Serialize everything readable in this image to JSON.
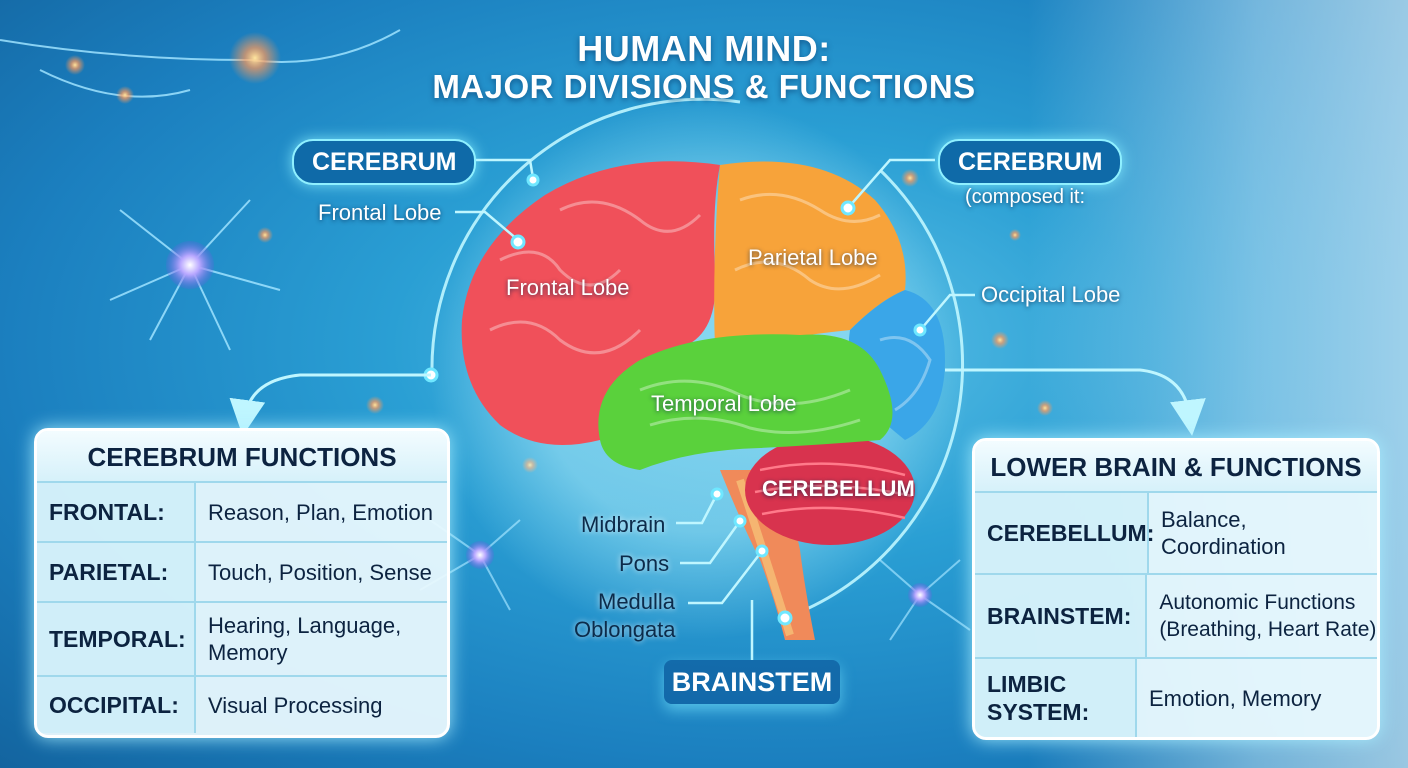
{
  "title": {
    "line1": "HUMAN MIND:",
    "line2": "MAJOR DIVISIONS & FUNCTIONS"
  },
  "callouts": {
    "cerebrum_left": "CEREBRUM",
    "cerebrum_right": "CEREBRUM",
    "composed_note": "(composed it:",
    "frontal_outer": "Frontal Lobe",
    "frontal_inner": "Frontal Lobe",
    "parietal": "Parietal Lobe",
    "occipital": "Occipital Lobe",
    "temporal": "Temporal Lobe",
    "cerebellum": "CEREBELLUM",
    "midbrain": "Midbrain",
    "pons": "Pons",
    "medulla_line1": "Medulla",
    "medulla_line2": "Oblongata",
    "brainstem": "BRAINSTEM"
  },
  "cerebrum_functions": {
    "title": "CEREBRUM FUNCTIONS",
    "rows": [
      {
        "key": "FRONTAL:",
        "value": "Reason, Plan, Emotion"
      },
      {
        "key": "PARIETAL:",
        "value": "Touch, Position, Sense"
      },
      {
        "key": "TEMPORAL:",
        "value": "Hearing, Language, Memory"
      },
      {
        "key": "OCCIPITAL:",
        "value": "Visual Processing"
      }
    ]
  },
  "lower_brain": {
    "title": "LOWER BRAIN & FUNCTIONS",
    "rows": [
      {
        "key": "CEREBELLUM:",
        "value": "Balance, Coordination"
      },
      {
        "key": "BRAINSTEM:",
        "value": "Autonomic Functions (Breathing, Heart Rate)"
      },
      {
        "key": "LIMBIC SYSTEM:",
        "value": "Emotion, Memory"
      }
    ]
  },
  "colors": {
    "frontal": "#f0505a",
    "parietal": "#f7a33a",
    "occipital": "#3aa6e8",
    "temporal": "#5ad13c",
    "cerebellum": "#d8334e",
    "brainstem": "#f08a5a",
    "accent": "#8ff0ff"
  },
  "icons": [
    "neuron-icon",
    "glow-dot-icon",
    "arrow-icon"
  ]
}
